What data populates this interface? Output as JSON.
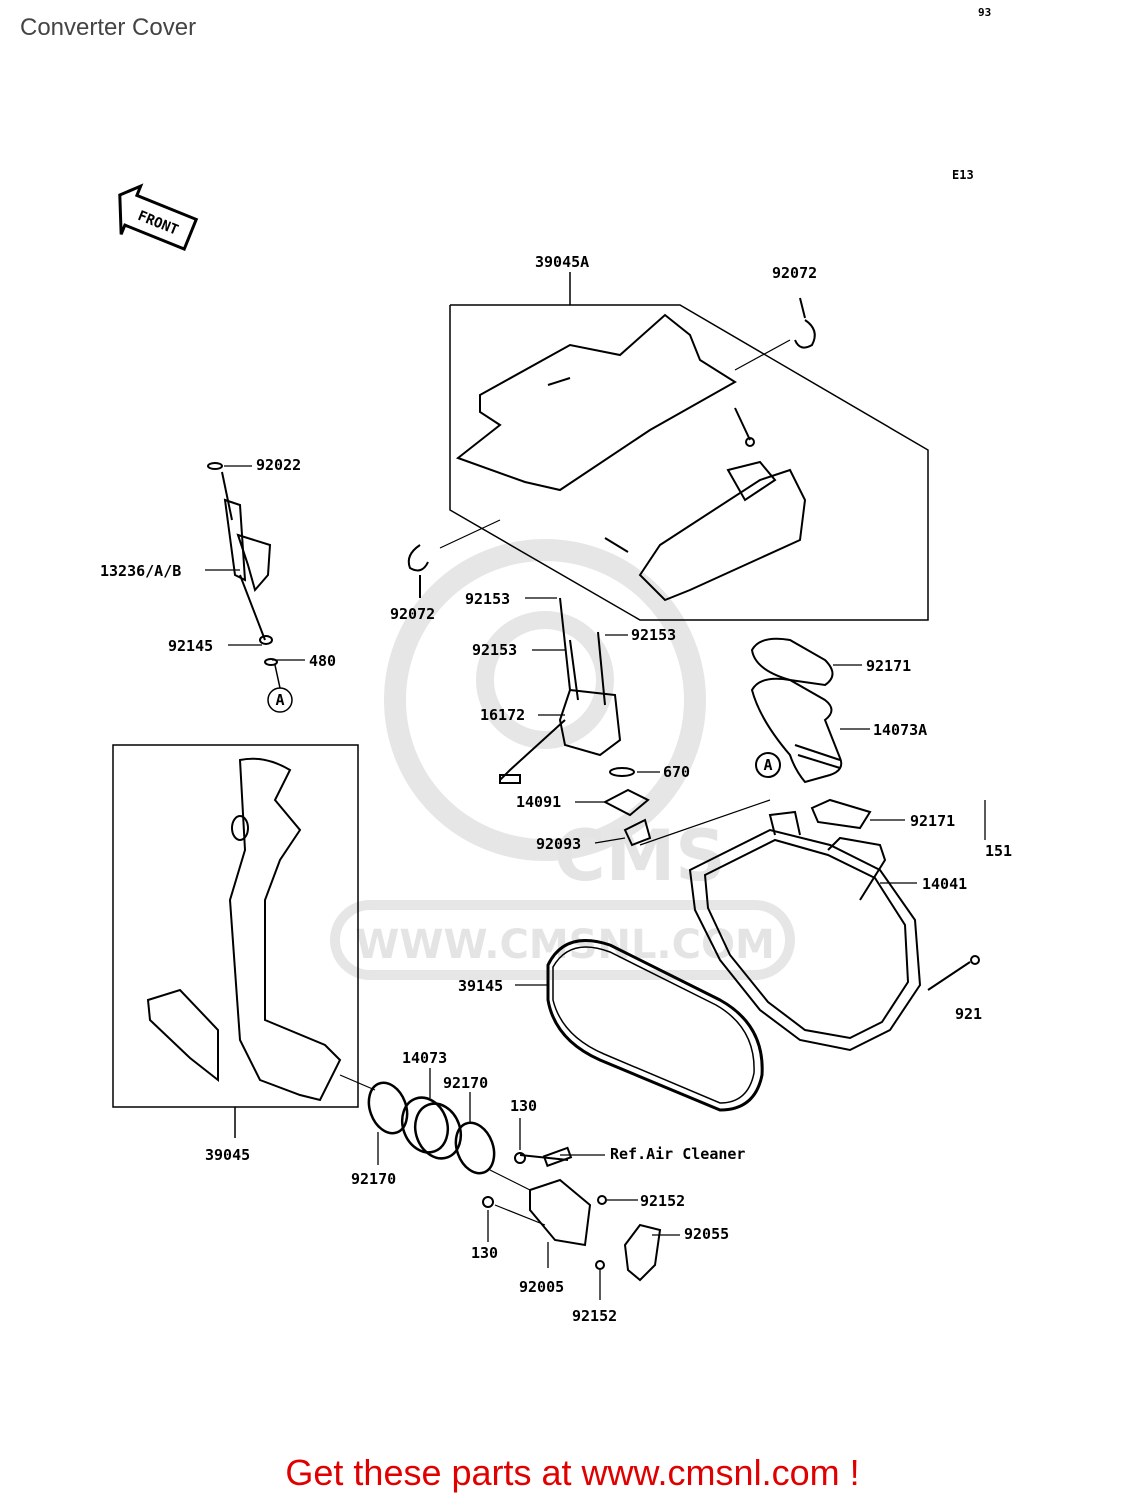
{
  "page": {
    "title": "Converter Cover",
    "corner_code": "93",
    "diagram_code": "E13",
    "promo": "Get these parts at www.cmsnl.com !"
  },
  "diagram": {
    "front_marker": "FRONT",
    "watermark": "WWW.CMSNL.COM",
    "watermark_logo": "CMS",
    "callouts": [
      {
        "id": "39045A",
        "text": "39045A"
      },
      {
        "id": "92072-top",
        "text": "92072"
      },
      {
        "id": "92022",
        "text": "92022"
      },
      {
        "id": "13236",
        "text": "13236/A/B"
      },
      {
        "id": "92072-left",
        "text": "92072"
      },
      {
        "id": "92153-a",
        "text": "92153"
      },
      {
        "id": "92153-b",
        "text": "92153"
      },
      {
        "id": "92153-c",
        "text": "92153"
      },
      {
        "id": "92145",
        "text": "92145"
      },
      {
        "id": "480",
        "text": "480"
      },
      {
        "id": "ref-a-left",
        "text": "A"
      },
      {
        "id": "92171-top",
        "text": "92171"
      },
      {
        "id": "16172",
        "text": "16172"
      },
      {
        "id": "14073A",
        "text": "14073A"
      },
      {
        "id": "670",
        "text": "670"
      },
      {
        "id": "ref-a-right",
        "text": "A"
      },
      {
        "id": "14091",
        "text": "14091"
      },
      {
        "id": "92171-bottom",
        "text": "92171"
      },
      {
        "id": "151",
        "text": "151"
      },
      {
        "id": "92093",
        "text": "92093"
      },
      {
        "id": "14041",
        "text": "14041"
      },
      {
        "id": "39145",
        "text": "39145"
      },
      {
        "id": "921-partial",
        "text": "921"
      },
      {
        "id": "14073",
        "text": "14073"
      },
      {
        "id": "92170-a",
        "text": "92170"
      },
      {
        "id": "130-a",
        "text": "130"
      },
      {
        "id": "ref-air-cleaner",
        "text": "Ref.Air Cleaner"
      },
      {
        "id": "39045",
        "text": "39045"
      },
      {
        "id": "92170-b",
        "text": "92170"
      },
      {
        "id": "92152-a",
        "text": "92152"
      },
      {
        "id": "92055",
        "text": "92055"
      },
      {
        "id": "130-b",
        "text": "130"
      },
      {
        "id": "92005",
        "text": "92005"
      },
      {
        "id": "92152-b",
        "text": "92152"
      }
    ]
  }
}
